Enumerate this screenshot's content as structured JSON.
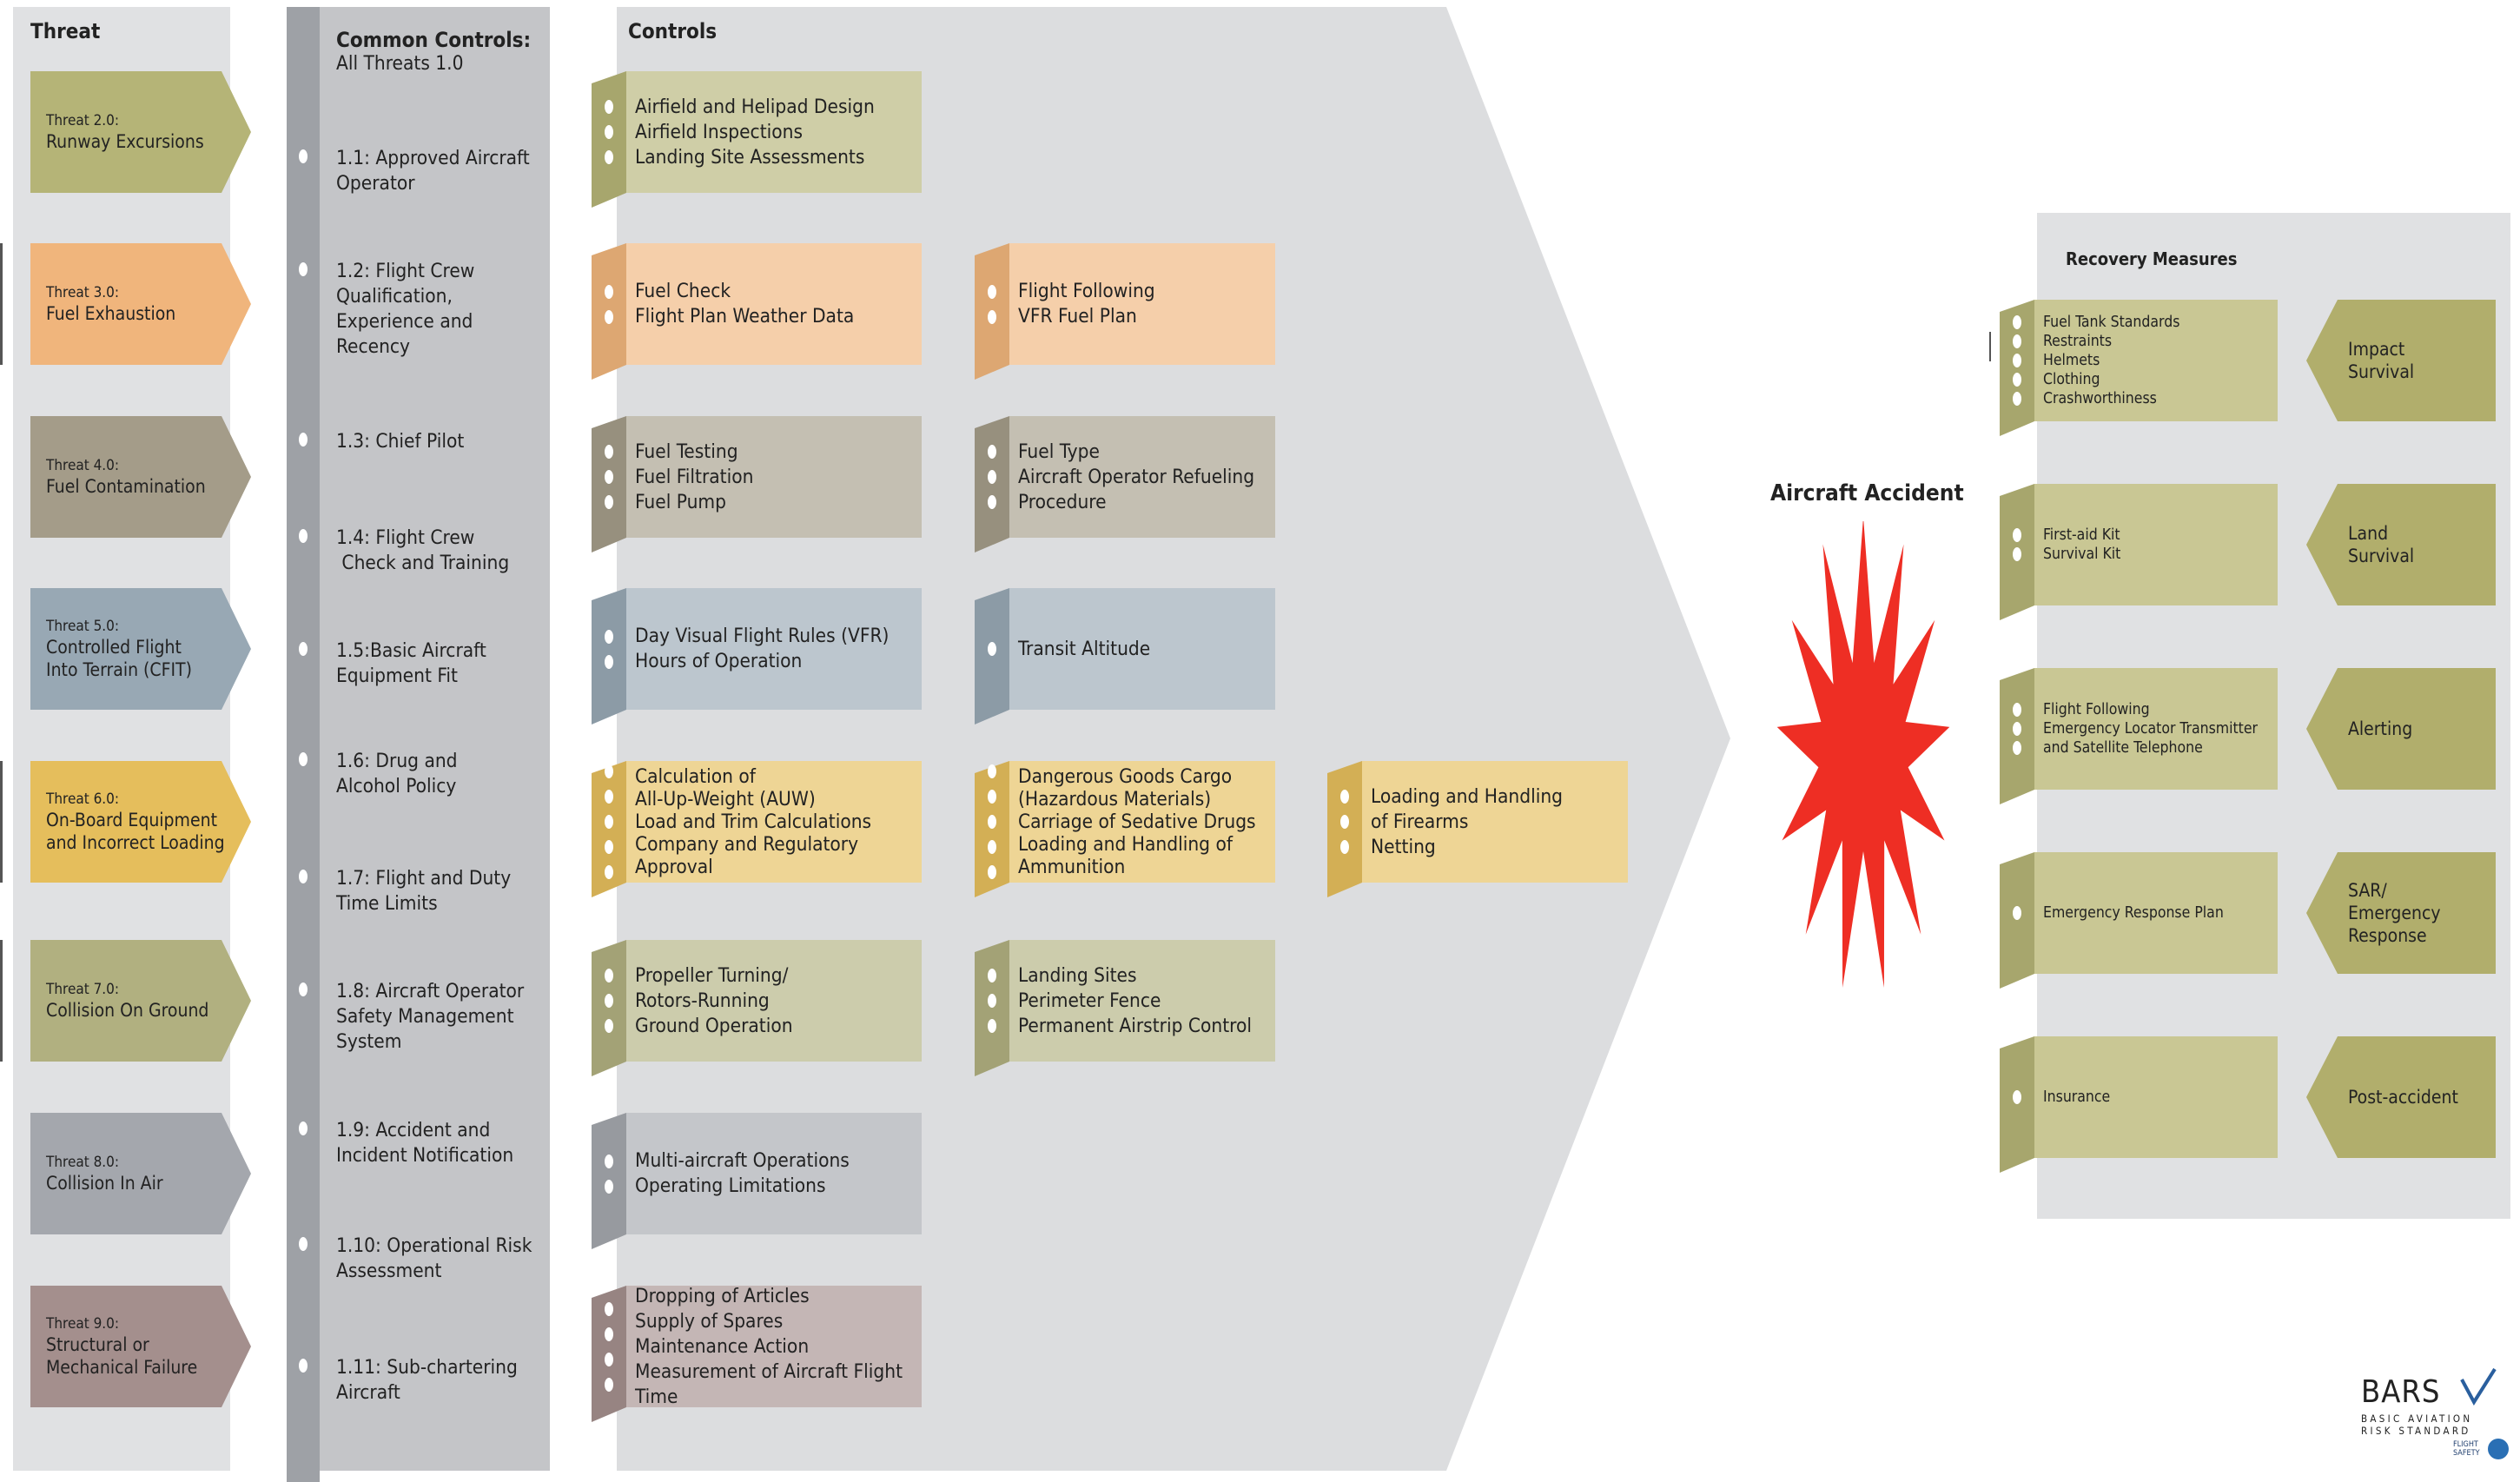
{
  "headers": {
    "threat": "Threat",
    "common_title": "Common Controls:",
    "common_sub": "All Threats 1.0",
    "controls": "Controls",
    "recovery": "Recovery Measures",
    "accident": "Aircraft Accident"
  },
  "colors": {
    "olive": "#b5b477",
    "orange": "#f0b57c",
    "taupe": "#a49c89",
    "slate": "#98a8b4",
    "gold": "#e5be5c",
    "sage": "#b1b080",
    "grey": "#a4a7ad",
    "mauve": "#a48f8d",
    "burst": "#ee2e24"
  },
  "threats": [
    {
      "label": "Threat 2.0:",
      "name": [
        "Runway Excursions"
      ]
    },
    {
      "label": "Threat 3.0:",
      "name": [
        "Fuel Exhaustion"
      ]
    },
    {
      "label": "Threat 4.0:",
      "name": [
        "Fuel Contamination"
      ]
    },
    {
      "label": "Threat 5.0:",
      "name": [
        "Controlled Flight",
        "Into Terrain (CFIT)"
      ]
    },
    {
      "label": "Threat 6.0:",
      "name": [
        "On-Board Equipment",
        "and Incorrect Loading"
      ]
    },
    {
      "label": "Threat 7.0:",
      "name": [
        "Collision On Ground"
      ]
    },
    {
      "label": "Threat 8.0:",
      "name": [
        "Collision In Air"
      ]
    },
    {
      "label": "Threat 9.0:",
      "name": [
        "Structural or",
        "Mechanical Failure"
      ]
    }
  ],
  "common_controls": [
    [
      "1.1: Approved Aircraft",
      "Operator"
    ],
    [
      "1.2: Flight Crew",
      "Qualification,",
      "Experience and",
      "Recency"
    ],
    [
      "1.3: Chief Pilot"
    ],
    [
      "1.4: Flight Crew",
      " Check and Training"
    ],
    [
      "1.5:Basic Aircraft",
      "Equipment Fit"
    ],
    [
      "1.6: Drug and",
      "Alcohol Policy"
    ],
    [
      "1.7: Flight and Duty",
      "Time Limits"
    ],
    [
      "1.8: Aircraft Operator",
      "Safety Management",
      "System"
    ],
    [
      "1.9: Accident and",
      "Incident Notification"
    ],
    [
      "1.10: Operational Risk",
      "Assessment"
    ],
    [
      "1.11: Sub-chartering",
      "Aircraft"
    ]
  ],
  "controls": [
    [
      [
        "Airfield and Helipad Design",
        "Airfield Inspections",
        "Landing Site Assessments"
      ]
    ],
    [
      [
        "Fuel Check",
        "Flight Plan Weather Data"
      ],
      [
        "Flight Following",
        "VFR Fuel Plan"
      ]
    ],
    [
      [
        "Fuel Testing",
        "Fuel Filtration",
        "Fuel Pump"
      ],
      [
        "Fuel Type",
        "Aircraft Operator Refueling",
        "Procedure"
      ]
    ],
    [
      [
        "Day Visual Flight Rules (VFR)",
        "Hours of Operation"
      ],
      [
        "Transit Altitude"
      ]
    ],
    [
      [
        "Calculation of",
        "All-Up-Weight (AUW)",
        "Load and Trim Calculations",
        "Company and Regulatory",
        "Approval"
      ],
      [
        "Dangerous Goods Cargo",
        "(Hazardous Materials)",
        "Carriage of Sedative Drugs",
        "Loading and Handling of",
        "Ammunition"
      ],
      [
        "Loading and Handling",
        "of Firearms",
        "Netting"
      ]
    ],
    [
      [
        "Propeller Turning/",
        "Rotors-Running",
        "Ground Operation"
      ],
      [
        "Landing Sites",
        "Perimeter Fence",
        "Permanent Airstrip Control"
      ]
    ],
    [
      [
        "Multi-aircraft Operations",
        "Operating Limitations"
      ]
    ],
    [
      [
        "Dropping of Articles",
        "Supply of Spares",
        "Maintenance Action",
        "Measurement of Aircraft Flight Time"
      ]
    ]
  ],
  "recovery": [
    {
      "items": [
        "Fuel Tank Standards",
        "Restraints",
        "Helmets",
        "Clothing",
        "Crashworthiness"
      ],
      "outcome": [
        "Impact",
        "Survival"
      ]
    },
    {
      "items": [
        "First-aid Kit",
        "Survival Kit"
      ],
      "outcome": [
        "Land",
        "Survival"
      ]
    },
    {
      "items": [
        "Flight Following",
        "Emergency Locator Transmitter",
        "and Satellite Telephone"
      ],
      "outcome": [
        "Alerting"
      ]
    },
    {
      "items": [
        "Emergency Response Plan"
      ],
      "outcome": [
        "SAR/",
        "Emergency",
        "Response"
      ]
    },
    {
      "items": [
        "Insurance"
      ],
      "outcome": [
        "Post-accident"
      ]
    }
  ],
  "logo": {
    "name": "BARS",
    "line1": "BASIC AVIATION",
    "line2": "RISK STANDARD",
    "fsf1": "FLIGHT",
    "fsf2": "SAFETY"
  }
}
